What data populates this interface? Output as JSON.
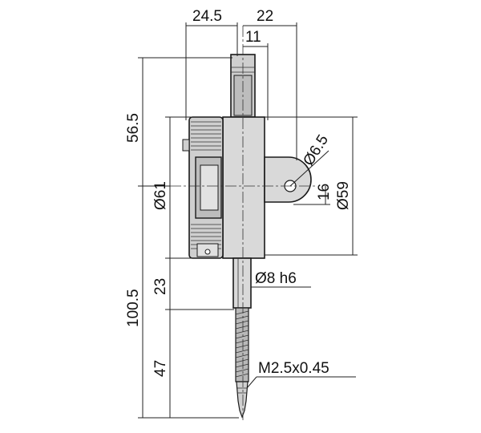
{
  "colors": {
    "body_fill": "#d9d9d9",
    "body_dark": "#bdbdbd",
    "line": "#222222",
    "text": "#111111"
  },
  "dimensions": {
    "top_left_width": "24.5",
    "top_right_width": "22",
    "top_inner_width": "11",
    "dial_height_upper": "56.5",
    "overall_lower_height": "100.5",
    "stem_length": "23",
    "contact_length": "47",
    "dial_diameter": "Ø61",
    "body_diameter": "Ø59",
    "lug_hole": "Ø6.5",
    "lug_offset": "16",
    "stem_diameter": "Ø8 h6",
    "thread": "M2.5x0.45"
  }
}
